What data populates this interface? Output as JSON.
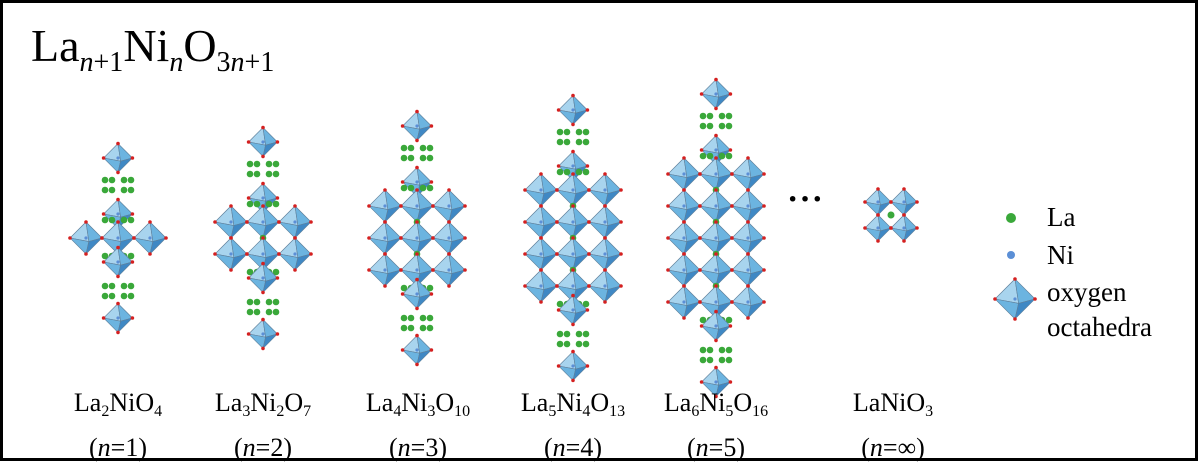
{
  "title": {
    "base1": "La",
    "sub1": "n",
    "sub1b": "+1",
    "base2": "Ni",
    "sub2": "n",
    "base3": "O",
    "sub3a": "3",
    "sub3b": "n",
    "sub3c": "+1"
  },
  "structures": [
    {
      "formula": [
        [
          "La",
          "2"
        ],
        [
          "NiO",
          "4"
        ]
      ],
      "n_label": "(n=1)",
      "n_value": "1",
      "layers": 1
    },
    {
      "formula": [
        [
          "La",
          "3"
        ],
        [
          "Ni",
          "2"
        ],
        [
          "O",
          "7"
        ]
      ],
      "n_label": "(n=2)",
      "n_value": "2",
      "layers": 2
    },
    {
      "formula": [
        [
          "La",
          "4"
        ],
        [
          "Ni",
          "3"
        ],
        [
          "O",
          "10"
        ]
      ],
      "n_label": "(n=3)",
      "n_value": "3",
      "layers": 3
    },
    {
      "formula": [
        [
          "La",
          "5"
        ],
        [
          "Ni",
          "4"
        ],
        [
          "O",
          "13"
        ]
      ],
      "n_label": "(n=4)",
      "n_value": "4",
      "layers": 4
    },
    {
      "formula": [
        [
          "La",
          "6"
        ],
        [
          "Ni",
          "5"
        ],
        [
          "O",
          "16"
        ]
      ],
      "n_label": "(n=5)",
      "n_value": "5",
      "layers": 5
    },
    {
      "formula": [
        [
          "LaNiO",
          "3"
        ]
      ],
      "n_label": "(n=∞)",
      "n_value": "∞",
      "layers": 0
    }
  ],
  "ellipsis": "···",
  "legend": {
    "la": "La",
    "ni": "Ni",
    "oct_line1": "oxygen",
    "oct_line2": "octahedra"
  },
  "colors": {
    "la": "#3aa83a",
    "ni": "#5b8fd6",
    "oxygen": "#d42020",
    "octa_light": "#a8d4ee",
    "octa_mid": "#6cb4e0",
    "octa_dark": "#3f88c4",
    "octa_edge": "#5e7f9a"
  }
}
